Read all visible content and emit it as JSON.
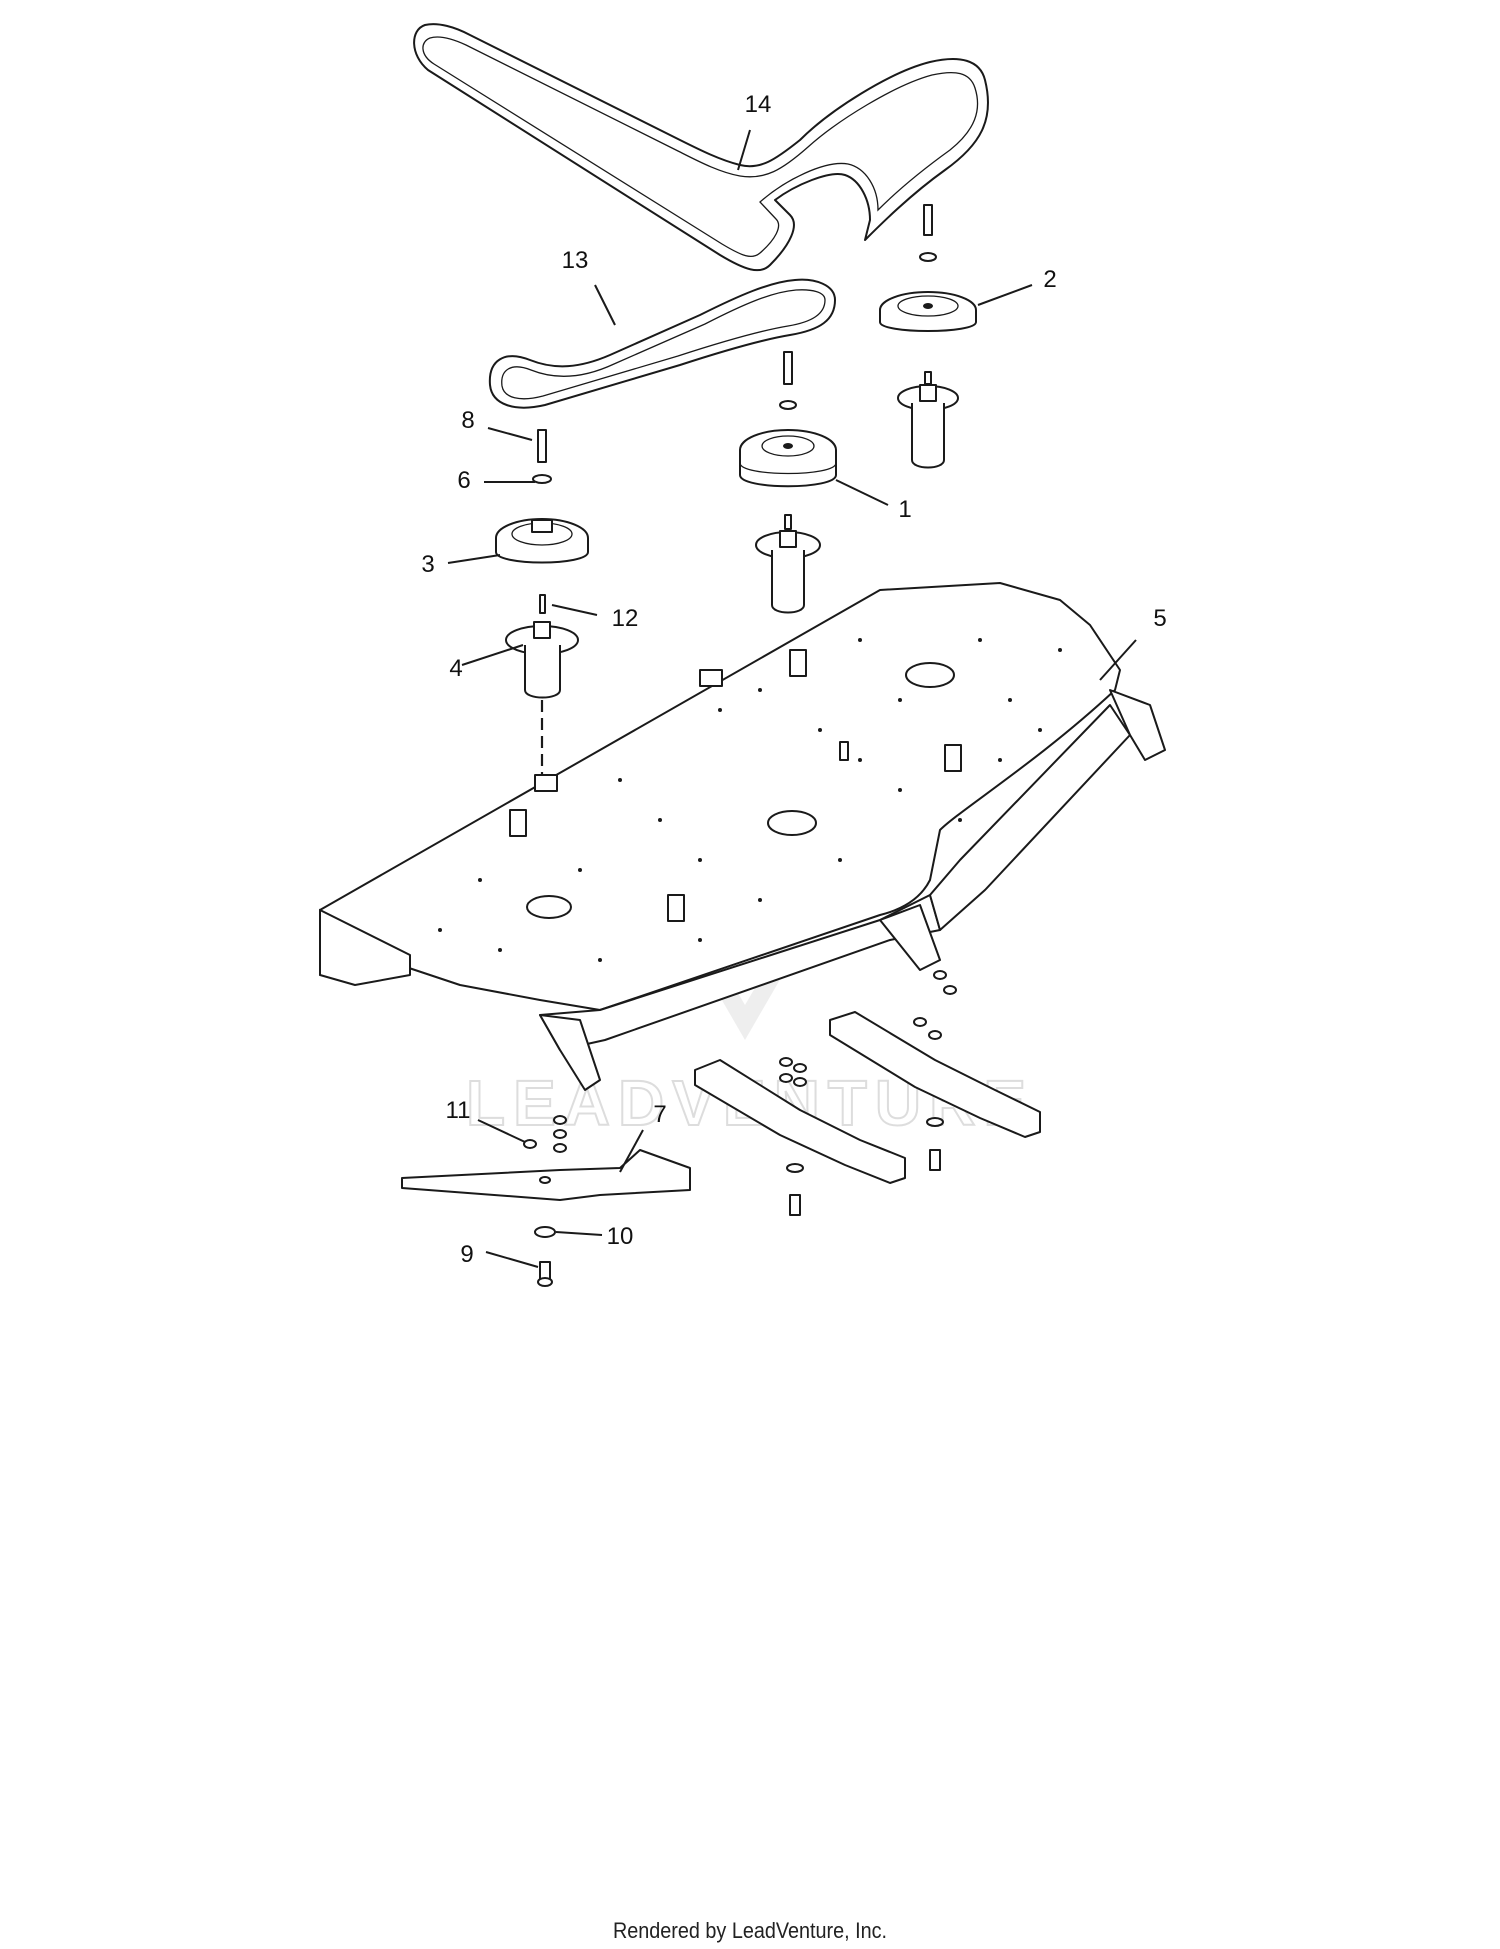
{
  "callouts": [
    {
      "id": "1",
      "label": "1"
    },
    {
      "id": "2",
      "label": "2"
    },
    {
      "id": "3",
      "label": "3"
    },
    {
      "id": "4",
      "label": "4"
    },
    {
      "id": "5",
      "label": "5"
    },
    {
      "id": "6",
      "label": "6"
    },
    {
      "id": "7",
      "label": "7"
    },
    {
      "id": "8",
      "label": "8"
    },
    {
      "id": "9",
      "label": "9"
    },
    {
      "id": "10",
      "label": "10"
    },
    {
      "id": "11",
      "label": "11"
    },
    {
      "id": "12",
      "label": "12"
    },
    {
      "id": "13",
      "label": "13"
    },
    {
      "id": "14",
      "label": "14"
    }
  ],
  "watermark": {
    "text": "LEADVENTURE",
    "color": "#cfcfcf"
  },
  "footer": {
    "text": "Rendered by LeadVenture, Inc."
  },
  "colors": {
    "line": "#1a1a1a",
    "background": "#ffffff"
  }
}
